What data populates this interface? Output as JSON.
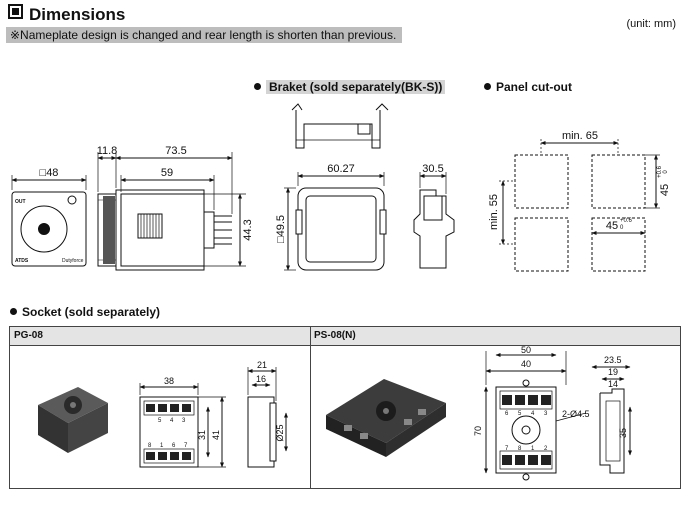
{
  "header": {
    "title": "Dimensions",
    "note": "※Nameplate design is changed and rear length is shorten than previous.",
    "unit": "(unit: mm)"
  },
  "sections": {
    "bracket": "Braket (sold separately(BK-S))",
    "cutout": "Panel cut-out",
    "socket": "Socket (sold separately)"
  },
  "main_unit": {
    "front_width": "□48",
    "front_label_out": "OUT",
    "front_brand": "ATDS",
    "front_model": "Dutyforce",
    "dim_11_8": "11.8",
    "dim_73_5": "73.5",
    "dim_59": "59",
    "dim_44_3": "44.3"
  },
  "bracket": {
    "dim_60_27": "60.27",
    "dim_49_5": "□49.5",
    "dim_30_5": "30.5"
  },
  "cutout": {
    "min_65": "min. 65",
    "min_55": "min. 55",
    "dim_45": "45",
    "tol_plus": "+0.6",
    "tol_zero": "0"
  },
  "socket_table": {
    "pg08": {
      "header": "PG-08",
      "dim_38": "38",
      "dim_31": "31",
      "dim_41": "41",
      "dim_21": "21",
      "dim_16": "16",
      "dim_25": "Ø25",
      "top_pins": [
        "5",
        "4",
        "3"
      ],
      "bottom_pins": [
        "8",
        "1",
        "6",
        "7"
      ]
    },
    "ps08": {
      "header": "PS-08(N)",
      "dim_50": "50",
      "dim_40": "40",
      "dim_70": "70",
      "hole": "2-Ø4.5",
      "dim_23_5": "23.5",
      "dim_19": "19",
      "dim_14": "14",
      "dim_35": "35",
      "top_pins": [
        "6",
        "5",
        "4",
        "3"
      ],
      "bottom_pins": [
        "7",
        "8",
        "1",
        "2"
      ]
    }
  },
  "colors": {
    "line": "#111111",
    "note_bg": "#bdbdbd",
    "table_header_bg": "#e4e4e4",
    "socket_body": "#3a3a3a"
  }
}
